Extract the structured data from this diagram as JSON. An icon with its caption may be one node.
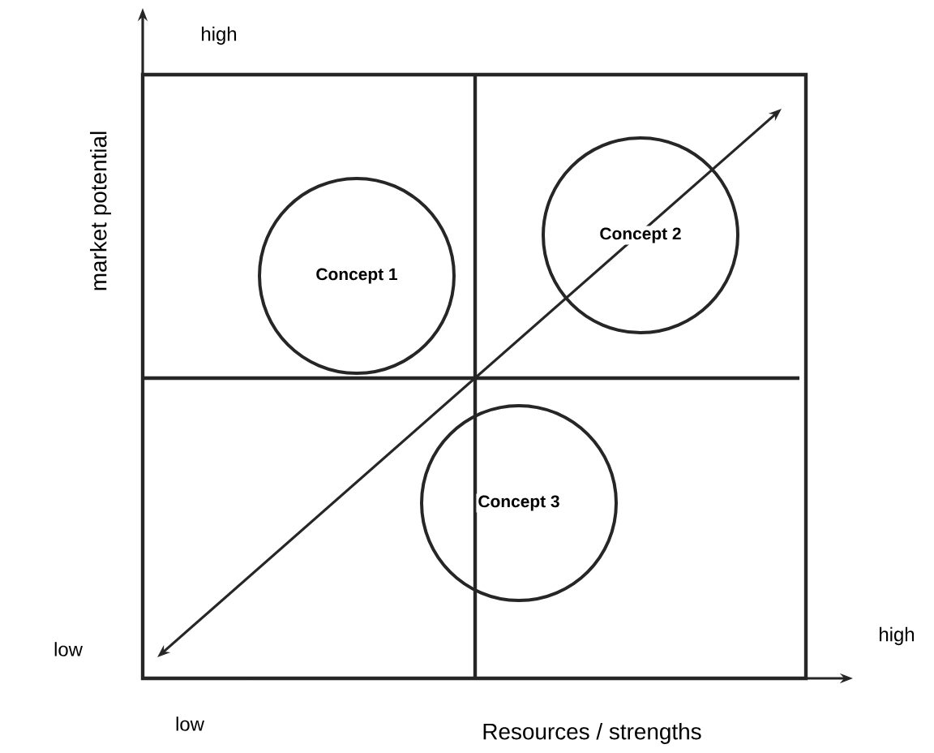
{
  "diagram": {
    "nodes": [
      {
        "text": [
          "Concept 1"
        ]
      },
      {
        "text": [
          "Concept 2"
        ]
      },
      {
        "text": [
          "Concept 3"
        ]
      }
    ],
    "labels": [
      "high",
      "market potential",
      "low",
      "high",
      "low",
      "Resources / strengths"
    ]
  }
}
